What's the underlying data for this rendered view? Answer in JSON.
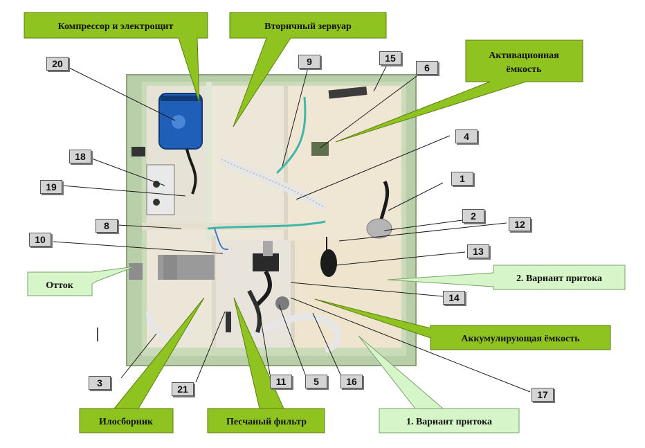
{
  "labels": {
    "compressor": "Компрессор и электрощит",
    "secondary_clarifier": "Вторичный зервуар",
    "activation_tank": [
      "Активационная",
      "ёмкость"
    ],
    "outflow": "Отток",
    "inflow_variant_2": "2. Вариант притока",
    "accumulating_tank": "Аккумулирующая ёмкость",
    "sludge_collector": "Илосборник",
    "sand_filter": "Песчаный фильтр",
    "inflow_variant_1": "1.  Вариант притока"
  },
  "numbers": {
    "n1": "1",
    "n2": "2",
    "n3": "3",
    "n4": "4",
    "n5": "5",
    "n6": "6",
    "n8": "8",
    "n9": "9",
    "n10": "10",
    "n11": "11",
    "n12": "12",
    "n13": "13",
    "n14": "14",
    "n15": "15",
    "n16": "16",
    "n17": "17",
    "n18": "18",
    "n19": "19",
    "n20": "20",
    "n21": "21"
  },
  "colors": {
    "callout_dark": "#8fc31f",
    "callout_light": "#d6f5c8",
    "tank_wall": "#b9cfa9",
    "tank_interior": "#eee6d4",
    "compressor_blue": "#1f5fb8",
    "pipe_gray": "#9a9a9a",
    "hose_teal": "#3fb7a8",
    "black_parts": "#1b1b1b"
  }
}
